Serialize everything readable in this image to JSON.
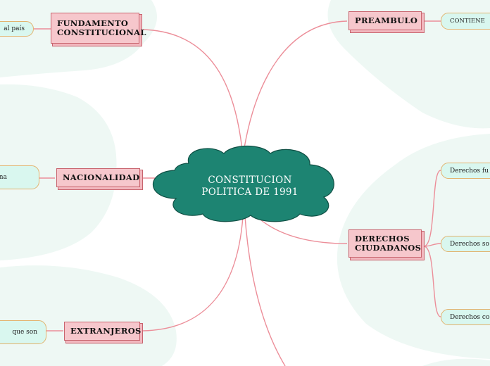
{
  "central": {
    "title": "CONSTITUCION\nPOLITICA DE 1991"
  },
  "topics": {
    "fundamento": "FUNDAMENTO\nCONSTITUCIONAL",
    "preambulo": "PREAMBULO",
    "nacionalidad": "NACIONALIDAD",
    "derechos": "DERECHOS\nCIUDADANOS",
    "extranjeros": "EXTRANJEROS"
  },
  "leaves": {
    "fundamento_sub": "al país",
    "preambulo_sub": "CONTIENE",
    "nacionalidad_sub": "una",
    "derechos_fundamentales": "Derechos fu",
    "derechos_sociales": "Derechos so",
    "derechos_colectivos": "Derechos co",
    "extranjeros_sub": "que son"
  },
  "colors": {
    "central_fill": "#1d8472",
    "topic_fill": "#f6c7cc",
    "leaf_fill": "#d9f7ef",
    "connector": "#ec8e99",
    "background_blob": "#eef8f4"
  }
}
